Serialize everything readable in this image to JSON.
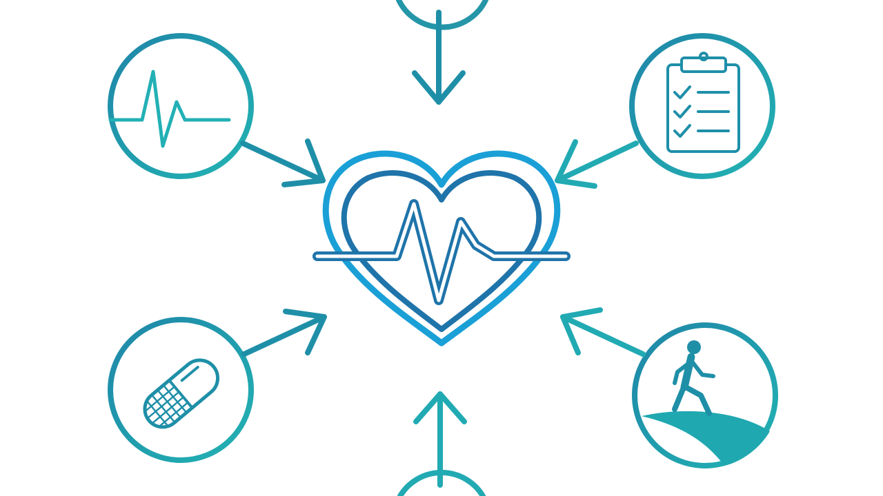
{
  "colors": {
    "background": "#ffffff",
    "teal": "#1e9aa6",
    "teal_light": "#25b3b8",
    "blue": "#1a8cc0",
    "blue_dark": "#1f78a8",
    "navy": "#2a6f9e"
  },
  "diagram": {
    "center": {
      "icon": "heart-pulse-icon"
    },
    "nodes": [
      {
        "id": "top",
        "icon": "unknown-icon",
        "arrow": "inward"
      },
      {
        "id": "upper-left",
        "icon": "ecg-pulse-icon",
        "arrow": "inward"
      },
      {
        "id": "upper-right",
        "icon": "clipboard-checklist-icon",
        "arrow": "inward"
      },
      {
        "id": "lower-left",
        "icon": "pill-capsule-icon",
        "arrow": "inward"
      },
      {
        "id": "lower-right",
        "icon": "walking-person-icon",
        "arrow": "inward"
      },
      {
        "id": "bottom",
        "icon": "unknown-icon",
        "arrow": "inward"
      }
    ]
  }
}
